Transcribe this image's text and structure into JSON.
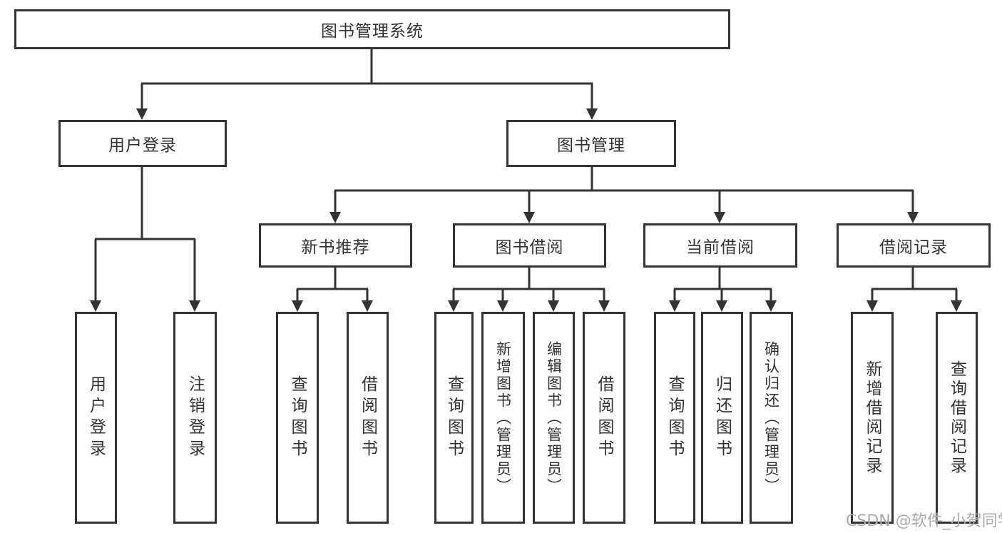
{
  "tree": {
    "root": {
      "label": "图书管理系统"
    },
    "branches": [
      {
        "label": "用户登录",
        "children": [
          {
            "label": "用户登录"
          },
          {
            "label": "注销登录"
          }
        ]
      },
      {
        "label": "图书管理",
        "children": [
          {
            "label": "新书推荐",
            "children": [
              {
                "label": "查询图书"
              },
              {
                "label": "借阅图书"
              }
            ]
          },
          {
            "label": "图书借阅",
            "children": [
              {
                "label": "查询图书"
              },
              {
                "label": "新增图书（管理员）"
              },
              {
                "label": "编辑图书（管理员）"
              },
              {
                "label": "借阅图书"
              }
            ]
          },
          {
            "label": "当前借阅",
            "children": [
              {
                "label": "查询图书"
              },
              {
                "label": "归还图书"
              },
              {
                "label": "确认归还（管理员）"
              }
            ]
          },
          {
            "label": "借阅记录",
            "children": [
              {
                "label": "新增借阅记录"
              },
              {
                "label": "查询借阅记录"
              }
            ]
          }
        ]
      }
    ]
  },
  "watermark": {
    "text": "CSDN @软件_小贺同学"
  },
  "colors": {
    "line": "#333333",
    "box_background": "#ffffff",
    "text": "#333333",
    "watermark": "#ababab"
  }
}
